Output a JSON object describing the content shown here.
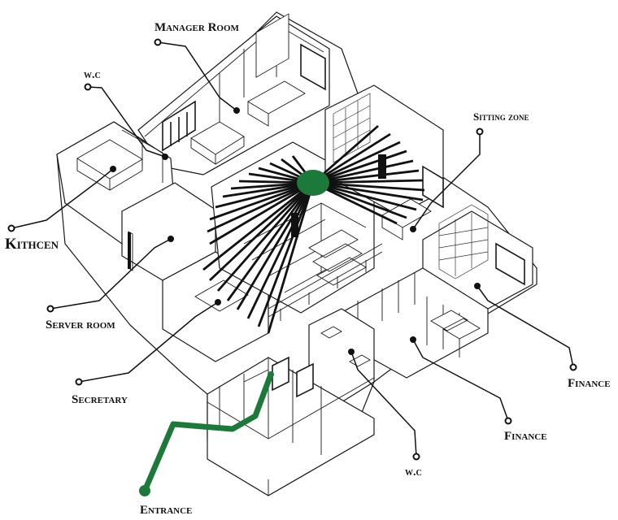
{
  "colors": {
    "ink": "#111111",
    "path": "#1b7a3a",
    "hub": "#1b7a3a",
    "background": "#ffffff"
  },
  "labels": {
    "manager_room": "Manager Room",
    "wc_top": "w.c",
    "sitting_zone": "Sitting zone",
    "kitchen": "Kithcen",
    "server_room": "Server room",
    "secretary": "Secretary",
    "finance_right": "Finance",
    "finance_bottom": "Finance",
    "wc_bottom": "w.c",
    "entrance": "Entrance"
  }
}
